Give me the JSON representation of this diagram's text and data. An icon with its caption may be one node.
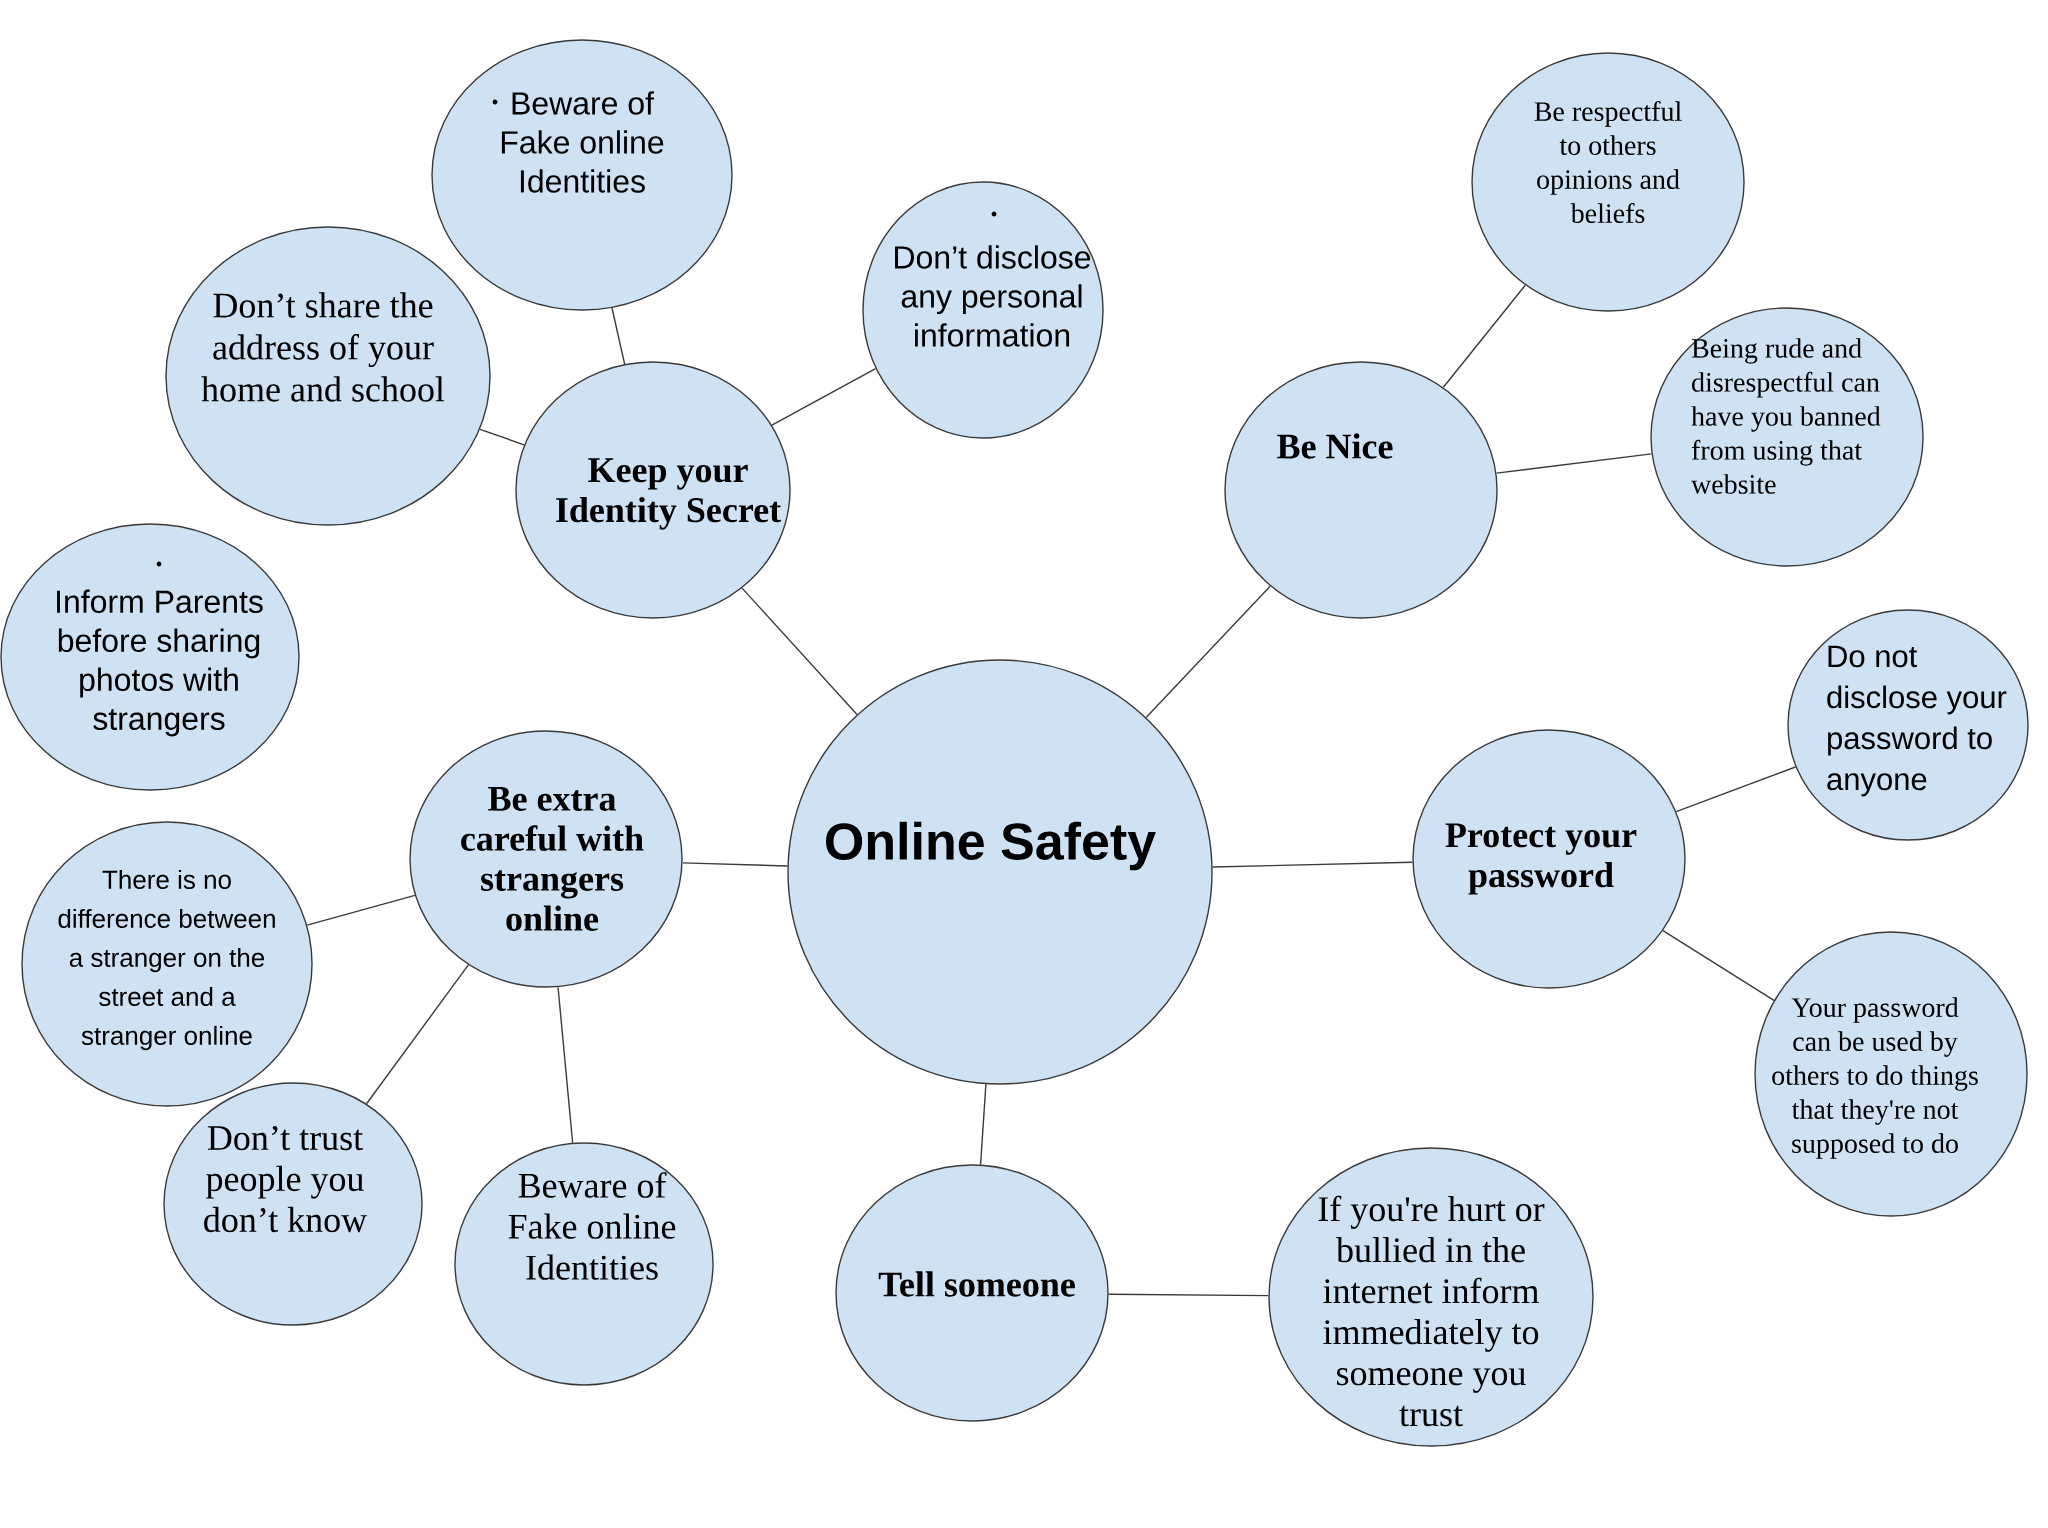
{
  "diagram": {
    "nodes": [
      {
        "text": [
          "Online Safety"
        ]
      },
      {
        "text": [
          "Keep your Identity Secret"
        ]
      },
      {
        "text": [
          "Beware of Fake online Identities"
        ]
      },
      {
        "text": [
          "Don’t disclose any personal information"
        ]
      },
      {
        "text": [
          "Don’t share the address of your home and school"
        ]
      },
      {
        "text": [
          "Inform Parents before sharing photos with strangers"
        ]
      },
      {
        "text": [
          "Be extra careful with strangers online"
        ]
      },
      {
        "text": [
          "There is no difference between a stranger on the street and a stranger online"
        ]
      },
      {
        "text": [
          "Don’t trust people you don’t know"
        ]
      },
      {
        "text": [
          "Beware of Fake online Identities"
        ]
      },
      {
        "text": [
          "Tell someone"
        ]
      },
      {
        "text": [
          "If you're hurt or bullied in the internet inform immediately to someone you trust"
        ]
      },
      {
        "text": [
          "Be Nice"
        ]
      },
      {
        "text": [
          "Be respectful to others opinions and beliefs"
        ]
      },
      {
        "text": [
          "Being rude and disrespectful can have you banned from using that website"
        ]
      },
      {
        "text": [
          "Protect your password"
        ]
      },
      {
        "text": [
          "Do not disclose your password to anyone"
        ]
      },
      {
        "text": [
          "Your password can be used by others to do things that they're not supposed to do"
        ]
      }
    ],
    "edges": [
      {
        "from": 0,
        "to": 1,
        "arrow": "none"
      },
      {
        "from": 1,
        "to": 2,
        "arrow": "none"
      },
      {
        "from": 1,
        "to": 3,
        "arrow": "none"
      },
      {
        "from": 1,
        "to": 4,
        "arrow": "none"
      },
      {
        "from": 0,
        "to": 6,
        "arrow": "none"
      },
      {
        "from": 6,
        "to": 7,
        "arrow": "none"
      },
      {
        "from": 6,
        "to": 8,
        "arrow": "none"
      },
      {
        "from": 6,
        "to": 9,
        "arrow": "none"
      },
      {
        "from": 0,
        "to": 10,
        "arrow": "none"
      },
      {
        "from": 10,
        "to": 11,
        "arrow": "none"
      },
      {
        "from": 0,
        "to": 12,
        "arrow": "none"
      },
      {
        "from": 12,
        "to": 13,
        "arrow": "none"
      },
      {
        "from": 12,
        "to": 14,
        "arrow": "none"
      },
      {
        "from": 0,
        "to": 15,
        "arrow": "none"
      },
      {
        "from": 15,
        "to": 16,
        "arrow": "none"
      },
      {
        "from": 15,
        "to": 17,
        "arrow": "none"
      }
    ]
  }
}
